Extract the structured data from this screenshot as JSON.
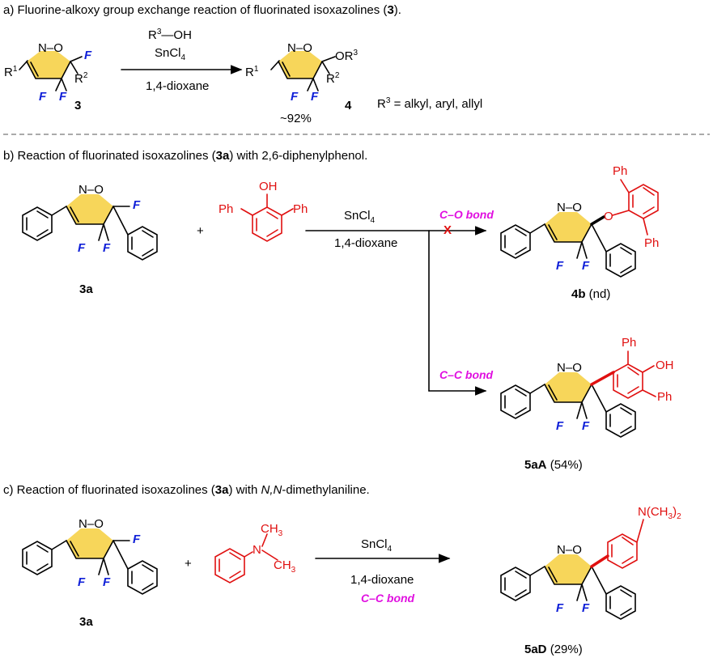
{
  "section_a": {
    "prefix": "a) Fluorine-alkoxy group exchange reaction of fluorinated isoxazolines (",
    "bold": "3",
    "suffix": ")."
  },
  "section_b": {
    "prefix": "b) Reaction of fluorinated isoxazolines (",
    "bold": "3a",
    "suffix": ") with 2,6-diphenylphenol."
  },
  "section_c": {
    "prefix": "c) Reaction of fluorinated isoxazolines (",
    "bold": "3a",
    "mid": ") with ",
    "ital": "N,N",
    "suffix": "-dimethylaniline."
  },
  "atoms": {
    "N": "N",
    "O": "O",
    "F": "F",
    "R": "R",
    "Ph": "Ph",
    "OH": "OH",
    "CH": "CH",
    "n_ch3": "N(CH",
    "n_ch3_close": ")",
    "sup1": "1",
    "sup2": "2",
    "sup3": "3",
    "sub2": "2",
    "sub3": "3",
    "sub4": "4",
    "OR": "OR",
    "OH_a": "OH",
    "R3dash": "—"
  },
  "reagents": {
    "sncl": "SnCl",
    "dioxane": "1,4-dioxane",
    "co_bond": "C–O bond",
    "cc_bond": "C–C bond",
    "cross": "X"
  },
  "labels": {
    "c3": "3",
    "c4": "4",
    "yield_a": "~92%",
    "r3_def": "R",
    "r3_def_rest": " = alkyl, aryl, allyl",
    "c3a_b": "3a",
    "c4b": "4b",
    "c4b_y": " (nd)",
    "c5aA": "5aA",
    "c5aA_y": " (54%)",
    "c3a_c": "3a",
    "c5aD": "5aD",
    "c5aD_y": " (29%)",
    "plus": "+"
  },
  "colors": {
    "ring_fill": "#f7d65a",
    "fluorine_blue": "#1020d8",
    "reagent_red": "#e01010",
    "bond_magenta": "#e010e0",
    "divider": "#555555"
  }
}
